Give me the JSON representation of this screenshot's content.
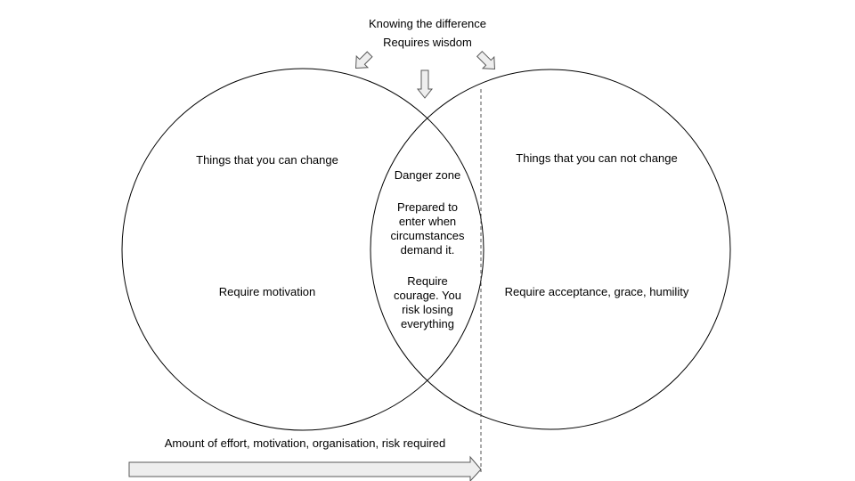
{
  "header": {
    "line1": "Knowing the difference",
    "line2": "Requires wisdom"
  },
  "left_circle": {
    "title": "Things that you can change",
    "requirement": "Require motivation"
  },
  "right_circle": {
    "title": "Things that you can not change",
    "requirement": "Require acceptance, grace, humility"
  },
  "intersection": {
    "title": "Danger zone",
    "prepared": [
      "Prepared to",
      "enter when",
      "circumstances",
      "demand it."
    ],
    "courage": [
      "Require",
      "courage. You",
      "risk losing",
      "everything"
    ]
  },
  "effort_arrow": {
    "label": "Amount of effort, motivation, organisation, risk required"
  },
  "colors": {
    "stroke": "#000000",
    "arrow_stroke": "#595959",
    "arrow_fill": "#eeeeee"
  }
}
